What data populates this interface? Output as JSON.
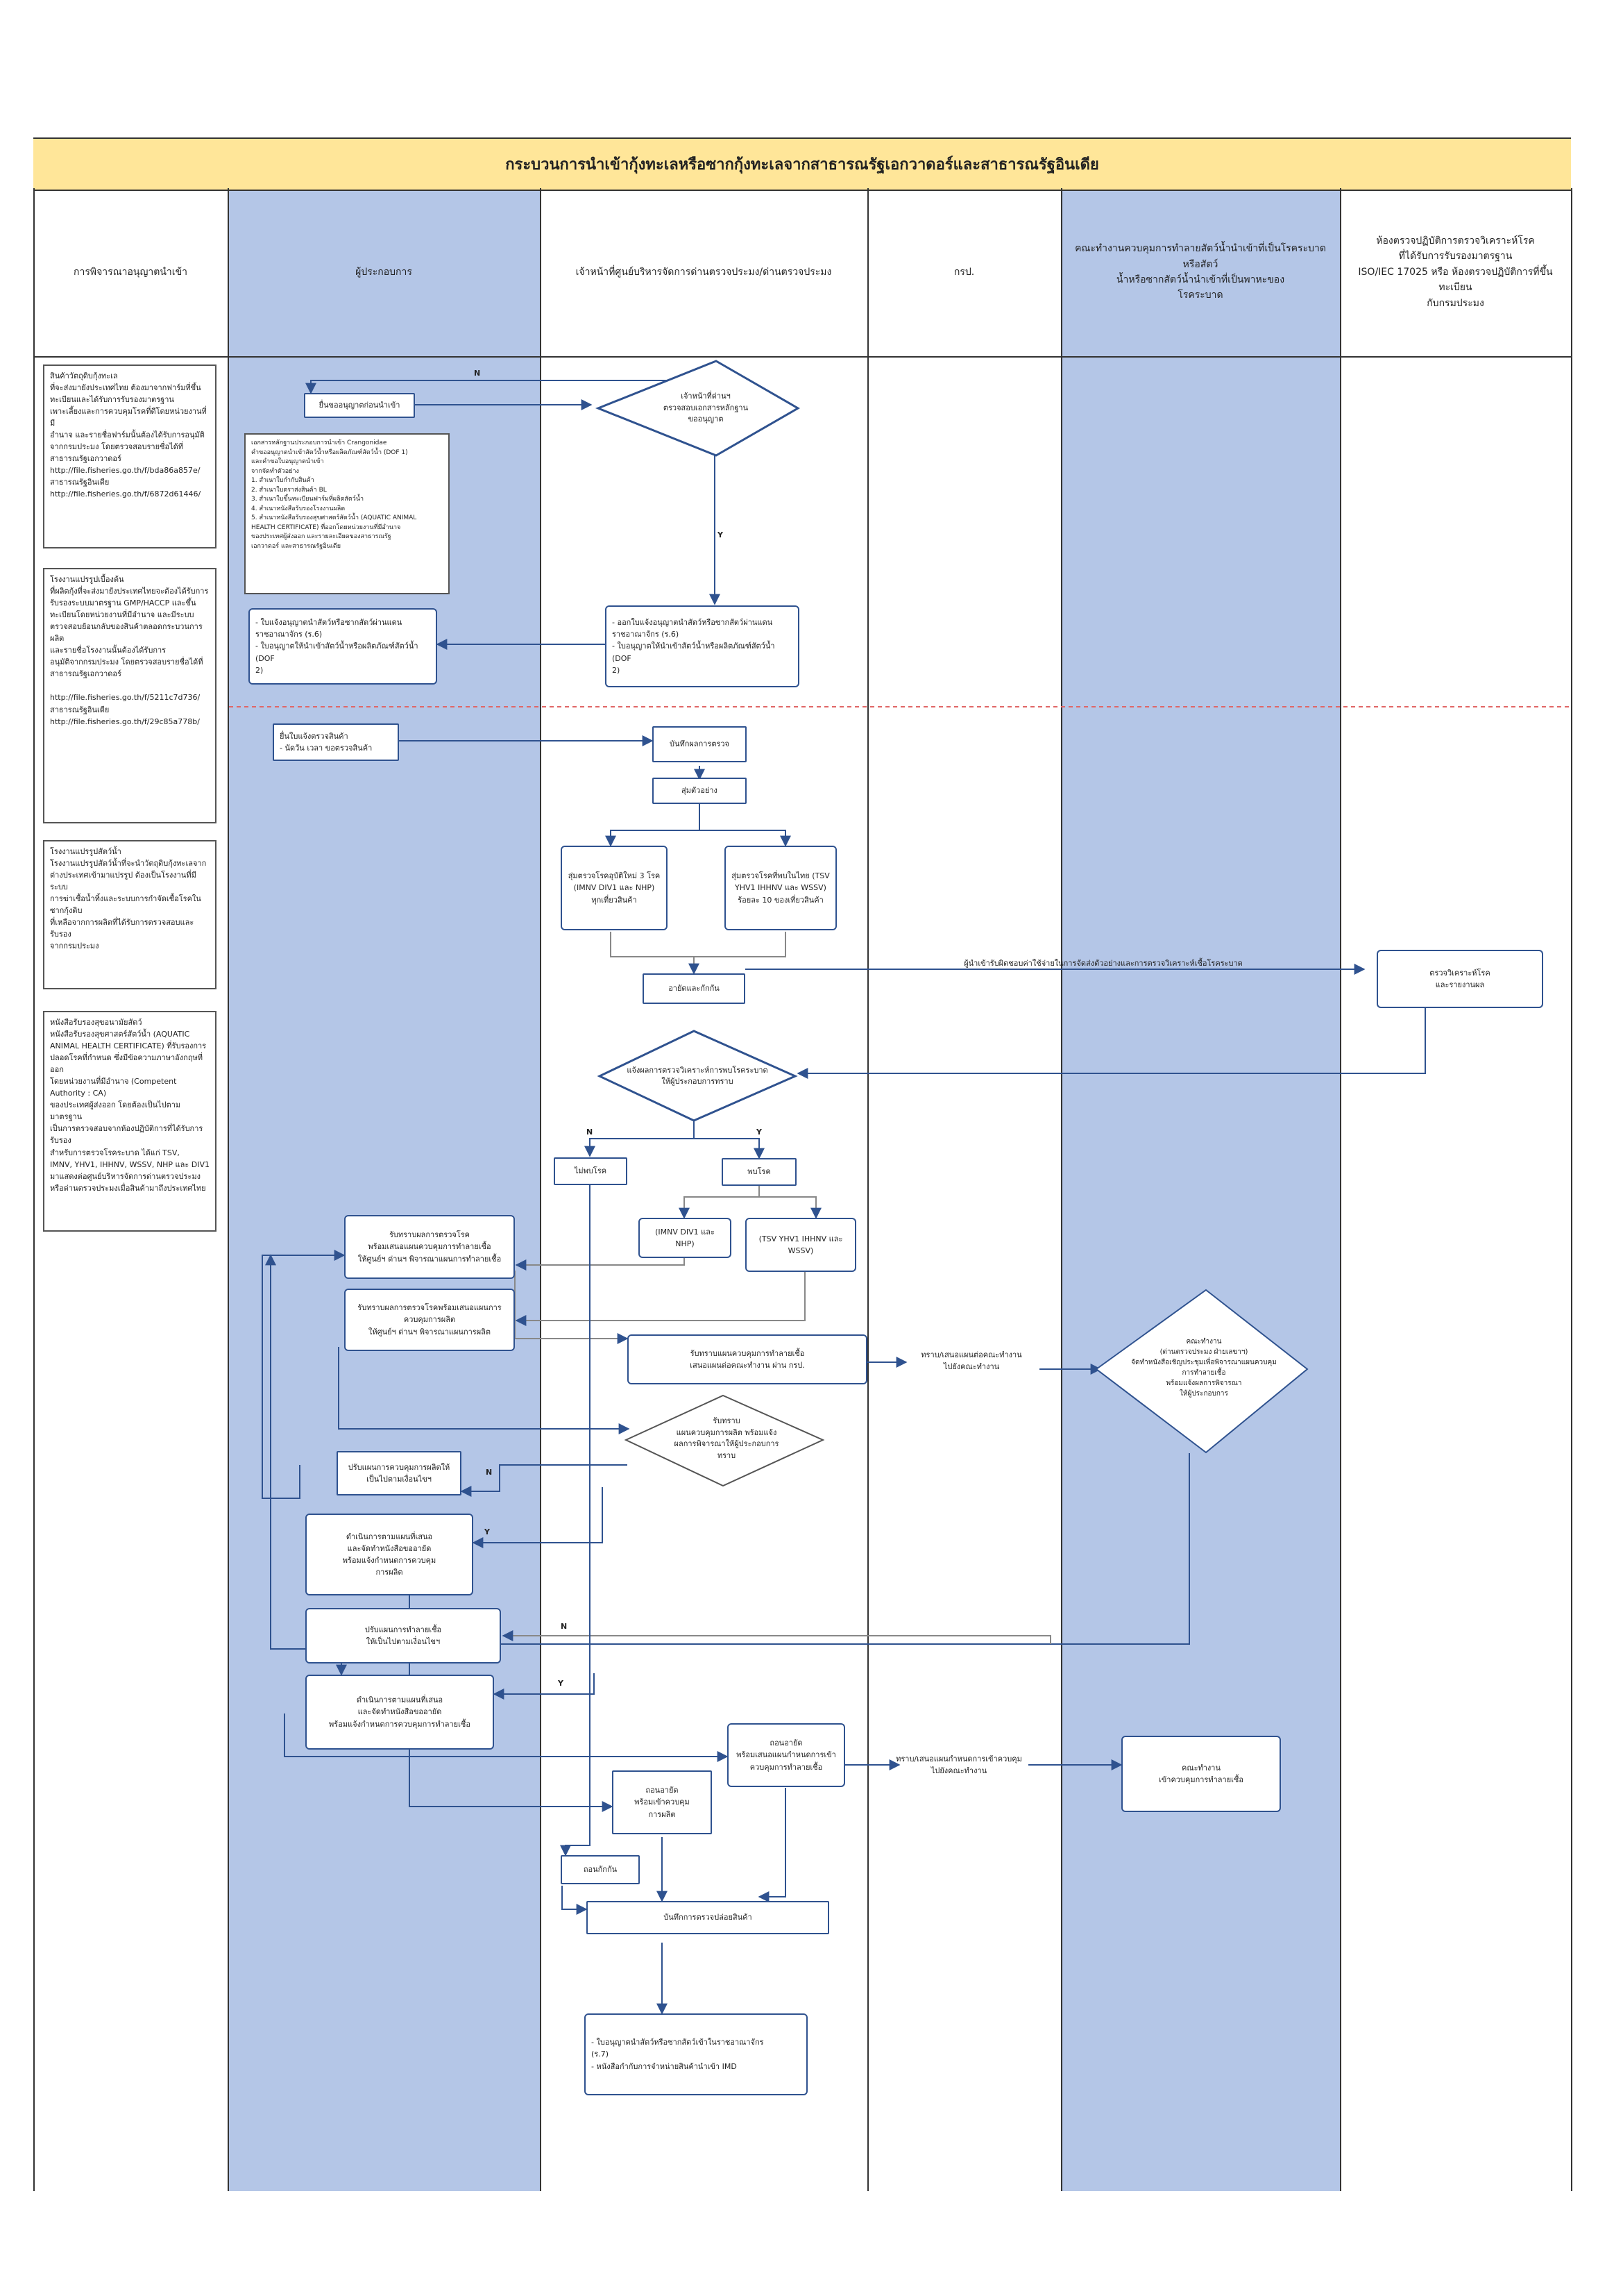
{
  "diagram": {
    "title": "กระบวนการนำเข้ากุ้งทะเลหรือซากกุ้งทะเลจากสาธารณรัฐเอกวาดอร์และสาธารณรัฐอินเดีย",
    "lanes": [
      "การพิจารณาอนุญาตนำเข้า",
      "ผู้ประกอบการ",
      "เจ้าหน้าที่ศูนย์บริหารจัดการด่านตรวจประมง/ด่านตรวจประมง",
      "กรป.",
      "คณะทำงานควบคุมการทำลายสัตว์น้ำนำเข้าที่เป็นโรคระบาด หรือสัตว์\nน้ำหรือซากสัตว์น้ำนำเข้าที่เป็นพาหะของ\nโรคระบาด",
      "ห้องตรวจปฏิบัติการตรวจวิเคราะห์โรค\nที่ได้รับการรับรองมาตรฐาน\nISO/IEC 17025 หรือ ห้องตรวจปฏิบัติการที่ขึ้นทะเบียน\nกับกรมประมง"
    ],
    "notes": {
      "n1": "สินค้าวัตถุดิบกุ้งทะเล\nที่จะส่งมายังประเทศไทย ต้องมาจากฟาร์มที่ขึ้น\nทะเบียนและได้รับการรับรองมาตรฐาน\nเพาะเลี้ยงและการควบคุมโรคที่ดีโดยหน่วยงานที่มี\nอำนาจ และรายชื่อฟาร์มนั้นต้องได้รับการอนุมัติ\nจากกรมประมง โดยตรวจสอบรายชื่อได้ที่\nสาธารณรัฐเอกวาดอร์\n    http://file.fisheries.go.th/f/bda86a857e/\nสาธารณรัฐอินเดีย\n    http://file.fisheries.go.th/f/6872d61446/",
      "n2": "โรงงานแปรรูปเบื้องต้น\nที่ผลิตกุ้งที่จะส่งมายังประเทศไทยจะต้องได้รับการ\nรับรองระบบมาตรฐาน GMP/HACCP และขึ้น\nทะเบียนโดยหน่วยงานที่มีอำนาจ และมีระบบ\nตรวจสอบย้อนกลับของสินค้าตลอดกระบวนการผลิต\nและรายชื่อโรงงานนั้นต้องได้รับการ\nอนุมัติจากกรมประมง โดยตรวจสอบรายชื่อได้ที่\nสาธารณรัฐเอกวาดอร์\n\n    http://file.fisheries.go.th/f/5211c7d736/\nสาธารณรัฐอินเดีย\n    http://file.fisheries.go.th/f/29c85a778b/",
      "n3": "โรงงานแปรรูปสัตว์น้ำ\nโรงงานแปรรูปสัตว์น้ำที่จะนำวัตถุดิบกุ้งทะเลจาก\nต่างประเทศเข้ามาแปรรูป ต้องเป็นโรงงานที่มีระบบ\nการฆ่าเชื้อน้ำทิ้งและระบบการกำจัดเชื้อโรคใน\nซากกุ้งดิบ\nที่เหลือจากการผลิตที่ได้รับการตรวจสอบและรับรอง\nจากกรมประมง",
      "n4": "หนังสือรับรองสุขอนามัยสัตว์\nหนังสือรับรองสุขศาสตร์สัตว์น้ำ (AQUATIC\nANIMAL HEALTH CERTIFICATE) ที่รับรองการ\nปลอดโรคที่กำหนด ซึ่งมีข้อความภาษาอังกฤษที่ออก\nโดยหน่วยงานที่มีอำนาจ (Competent Authority : CA)\nของประเทศผู้ส่งออก โดยต้องเป็นไปตามมาตรฐาน\nเป็นการตรวจสอบจากห้องปฏิบัติการที่ได้รับการรับรอง\nสำหรับการตรวจโรคระบาด ได้แก่ TSV,\nIMNV, YHV1, IHHNV, WSSV, NHP และ DIV1\nมาแสดงต่อศูนย์บริหารจัดการด่านตรวจประมง\nหรือด่านตรวจประมงเมื่อสินค้ามาถึงประเทศไทย"
    },
    "nodes": {
      "imp1": "ยื่นขออนุญาตก่อนนำเข้า",
      "imp1_docs": "เอกสารหลักฐานประกอบการนำเข้า Crangonidae\nคำขออนุญาตนำเข้าสัตว์น้ำหรือผลิตภัณฑ์สัตว์น้ำ (DOF 1)\nและคำขอใบอนุญาตนำเข้า\nจากจัดทำตัวอย่าง\n1. สำเนาใบกำกับสินค้า\n2. สำเนาใบตราส่งสินค้า BL\n3. สำเนาใบขึ้นทะเบียนฟาร์มที่ผลิตสัตว์น้ำ\n4. สำเนาหนังสือรับรองโรงงานผลิต\n5. สำเนาหนังสือรับรองสุขศาสตร์สัตว์น้ำ (AQUATIC ANIMAL\nHEALTH CERTIFICATE) ที่ออกโดยหน่วยงานที่มีอำนาจ\nของประเทศผู้ส่งออก และรายละเอียดของสาธารณรัฐ\nเอกวาดอร์ และสาธารณรัฐอินเดีย",
      "off_dec": "เจ้าหน้าที่ด่านฯ\nตรวจสอบเอกสารหลักฐาน\nขออนุญาต",
      "off_issue": "- ออกใบแจ้งอนุญาตนำสัตว์หรือซากสัตว์ผ่านแดน\n  ราชอาณาจักร (ร.6)\n- ใบอนุญาตให้นำเข้าสัตว์น้ำหรือผลิตภัณฑ์สัตว์น้ำ (DOF\n  2)",
      "imp_recv": "- ใบแจ้งอนุญาตนำสัตว์หรือซากสัตว์ผ่านแดน\n  ราชอาณาจักร (ร.6)\n- ใบอนุญาตให้นำเข้าสัตว์น้ำหรือผลิตภัณฑ์สัตว์น้ำ (DOF\n  2)",
      "imp_arrive": "ยื่นใบแจ้งตรวจสินค้า\n- นัดวัน เวลา ขอตรวจสินค้า",
      "rec_inspect": "บันทึกผลการตรวจ",
      "sample": "สุ่มตัวอย่าง",
      "sample_a": "สุ่มตรวจโรคอุบัติใหม่ 3 โรค\n(IMNV DIV1 และ NHP)\nทุกเที่ยวสินค้า",
      "sample_b": "สุ่มตรวจโรคที่พบในไทย (TSV\nYHV1 IHHNV และ WSSV)\nร้อยละ 10 ของเที่ยวสินค้า",
      "seal": "อายัดและกักกัน",
      "lab": "ตรวจวิเคราะห์โรค\nและรายงานผล",
      "lab_send": "ผู้นำเข้ารับผิดชอบค่าใช้จ่ายในการจัดส่งตัวอย่างและการตรวจวิเคราะห์เชื้อโรคระบาด",
      "notify_dec": "แจ้งผลการตรวจวิเคราะห์การพบโรคระบาด\nให้ผู้ประกอบการทราบ",
      "n_label": "N",
      "y_label": "Y",
      "not_found": "ไม่พบโรค",
      "found": "พบโรค",
      "found_a": "(IMNV DIV1 และ NHP)",
      "found_b": "(TSV YHV1 IHHNV และ\nWSSV)",
      "imp_dispose": "รับทราบผลการตรวจโรค\nพร้อมเสนอแผนควบคุมการทำลายเชื้อ\nให้ศูนย์ฯ ด่านฯ พิจารณาแผนการทำลายเชื้อ",
      "imp_control": "รับทราบผลการตรวจโรคพร้อมเสนอแผนการ\nควบคุมการผลิต\nให้ศูนย์ฯ ด่านฯ พิจารณาแผนการผลิต",
      "off_plan": "รับทราบแผนควบคุมการทำลายเชื้อ\nเสนอแผนต่อคณะทำงาน ผ่าน กรป.",
      "krp_fwd": "ทราบ/เสนอแผนต่อคณะทำงาน\nไปยังคณะทำงาน",
      "committee_dec": "คณะทำงาน\n(ด่านตรวจประมง ฝ่ายเลขาฯ)\nจัดทำหนังสือเชิญประชุมเพื่อพิจารณาแผนควบคุม\nการทำลายเชื้อ\nพร้อมแจ้งผลการพิจารณา\nให้ผู้ประกอบการ",
      "off_plan_dec": "รับทราบ\nแผนควบคุมการผลิต พร้อมแจ้ง\nผลการพิจารณาให้ผู้ประกอบการ\nทราบ",
      "imp_fix_prod": "ปรับแผนการควบคุมการผลิตให้\nเป็นไปตามเงื่อนไขฯ",
      "imp_do_prod": "ดำเนินการตามแผนที่เสนอ\nและจัดทำหนังสือขออายัด\nพร้อมแจ้งกำหนดการควบคุม\nการผลิต",
      "imp_fix_dis": "ปรับแผนการทำลายเชื้อ\nให้เป็นไปตามเงื่อนไขฯ",
      "imp_do_dis": "ดำเนินการตามแผนที่เสนอ\nและจัดทำหนังสือขออายัด\nพร้อมแจ้งกำหนดการควบคุมการทำลายเชื้อ",
      "off_release_dis": "ถอนอายัด\nพร้อมเสนอแผนกำหนดการเข้า\nควบคุมการทำลายเชื้อ",
      "krp_fwd2": "ทราบ/เสนอแผนกำหนดการเข้าควบคุม\nไปยังคณะทำงาน",
      "committee_ctrl": "คณะทำงาน\nเข้าควบคุมการทำลายเชื้อ",
      "off_release_prod": "ถอนอายัด\nพร้อมเข้าควบคุม\nการผลิต",
      "release": "ถอนกักกัน",
      "rec_release": "บันทึกการตรวจปล่อยสินค้า",
      "final_docs": "- ใบอนุญาตนำสัตว์หรือซากสัตว์เข้าในราชอาณาจักร\n  (ร.7)\n- หนังสือกำกับการจำหน่ายสินค้านำเข้า IMD"
    },
    "colors": {
      "lane_blue": "#b4c6e7",
      "title_yellow": "#ffe699",
      "box_border": "#2f528f",
      "arrow": "#2f528f",
      "divider_red": "#e06666"
    }
  }
}
